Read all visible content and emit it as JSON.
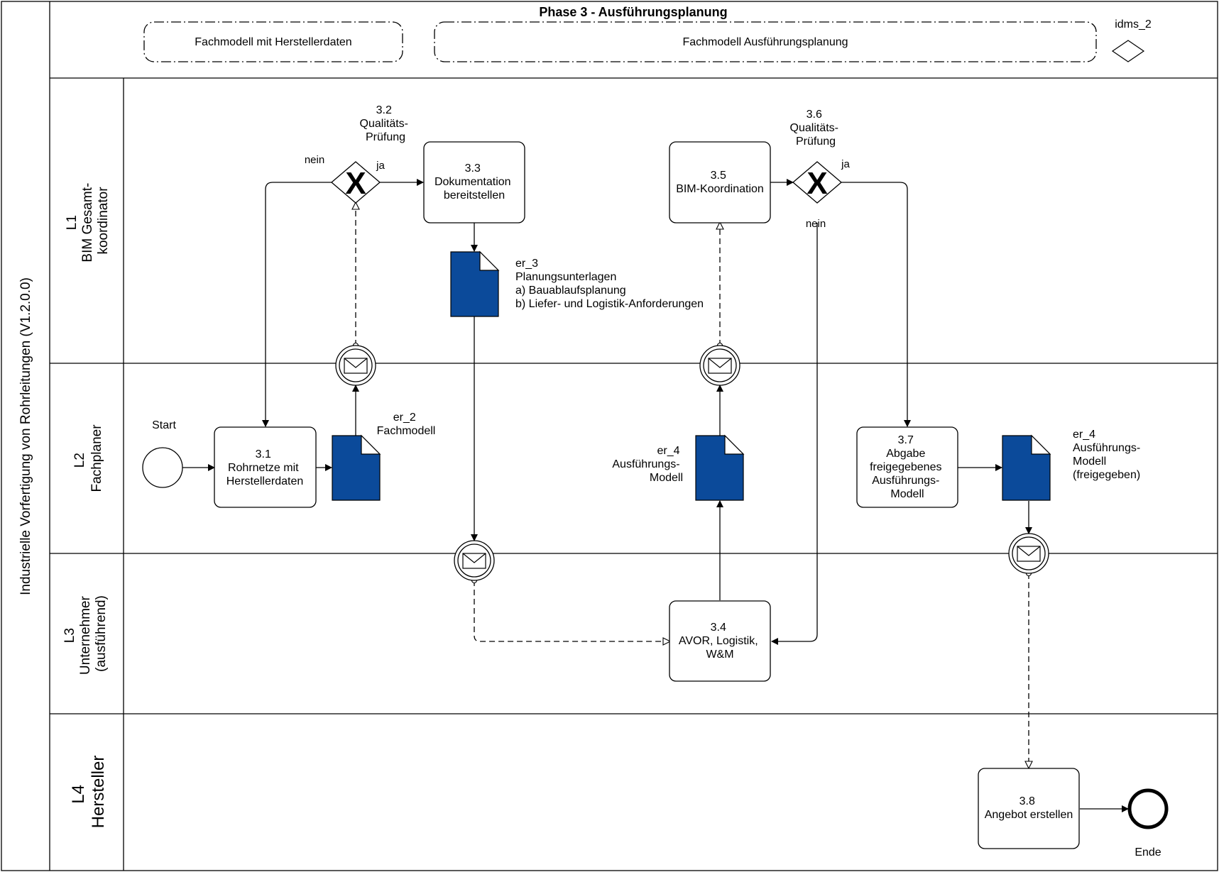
{
  "pool": {
    "label": "Industrielle Vorfertigung von Rohrleitungen (V1.2.0.0)"
  },
  "header": {
    "title": "Phase 3 - Ausführungsplanung",
    "groups": [
      "Fachmodell mit Herstellerdaten",
      "Fachmodell Ausführungsplanung"
    ],
    "idms_label": "idms_2"
  },
  "lanes": [
    {
      "id": "L1",
      "lines": [
        "L1",
        "BIM Gesamt-",
        "koordinator"
      ]
    },
    {
      "id": "L2",
      "lines": [
        "L2",
        "Fachplaner"
      ]
    },
    {
      "id": "L3",
      "lines": [
        "L3",
        "Unternehmer",
        "(ausführend)"
      ]
    },
    {
      "id": "L4",
      "lines": [
        "L4",
        "Hersteller"
      ]
    }
  ],
  "tasks": {
    "t31": [
      "3.1",
      "Rohrnetze mit",
      "Herstellerdaten"
    ],
    "t33": [
      "3.3",
      "Dokumentation",
      "bereitstellen"
    ],
    "t34": [
      "3.4",
      "AVOR, Logistik,",
      "W&M"
    ],
    "t35": [
      "3.5",
      "BIM-Koordination"
    ],
    "t37": [
      "3.7",
      "Abgabe",
      "freigegebenes",
      "Ausführungs-",
      "Modell"
    ],
    "t38": [
      "3.8",
      "Angebot erstellen"
    ]
  },
  "gateways": {
    "g32": {
      "label": [
        "3.2",
        "Qualitäts-",
        "Prüfung"
      ],
      "yes": "ja",
      "no": "nein"
    },
    "g36": {
      "label": [
        "3.6",
        "Qualitäts-",
        "Prüfung"
      ],
      "yes": "ja",
      "no": "nein"
    }
  },
  "documents": {
    "er2": [
      "er_2",
      "Fachmodell"
    ],
    "er3": [
      "er_3",
      "Planungsunterlagen",
      "a) Bauablaufsplanung",
      "b) Liefer- und Logistik-Anforderungen"
    ],
    "er4a": [
      "er_4",
      "Ausführungs-",
      "Modell"
    ],
    "er4b": [
      "er_4",
      "Ausführungs-",
      "Modell",
      "(freigegeben)"
    ]
  },
  "events": {
    "start": "Start",
    "end": "Ende"
  },
  "colors": {
    "document_fill": "#0b4a9a",
    "line": "#000000",
    "background": "#ffffff"
  }
}
